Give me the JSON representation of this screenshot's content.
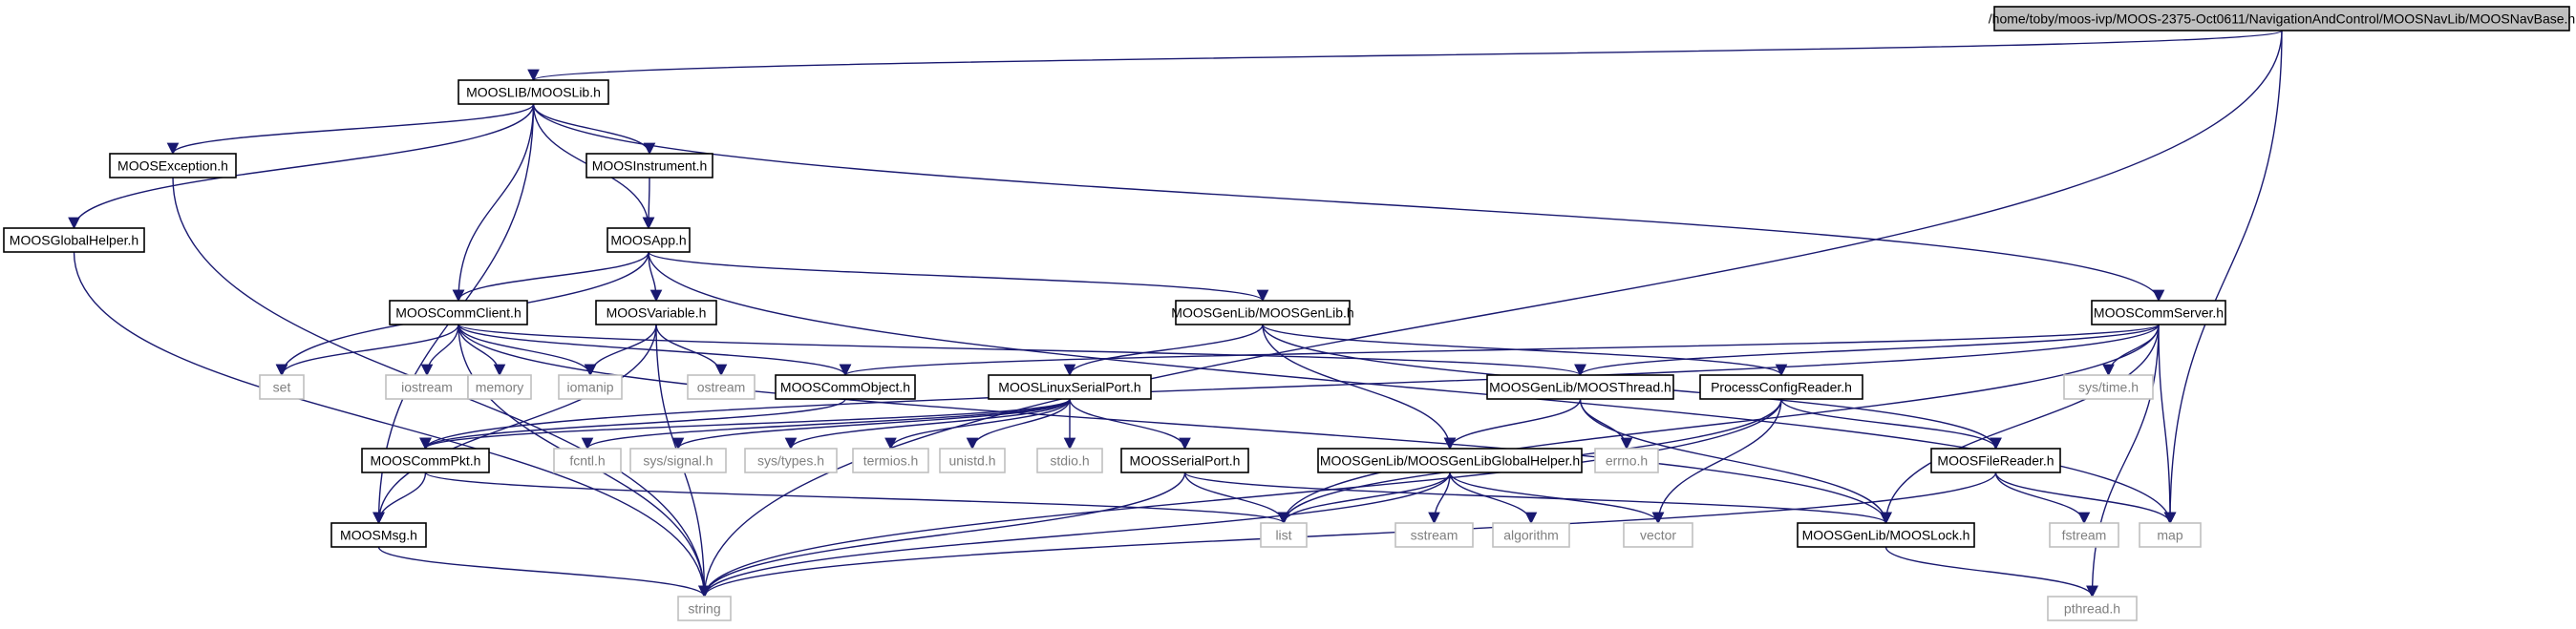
{
  "diagram": {
    "type": "include-dependency-graph",
    "colors": {
      "edge": "#191970",
      "node_border": "#000000",
      "external_border": "#bfbfbf",
      "external_text": "#7f7f7f",
      "root_fill": "#bfbfbf",
      "node_fill": "#ffffff"
    },
    "nodes": {
      "root": "/home/toby/moos-ivp/MOOS-2375-Oct0611/NavigationAndControl/MOOSNavLib/MOOSNavBase.h",
      "mooslib": "MOOSLIB/MOOSLib.h",
      "moosexception": "MOOSException.h",
      "moosinstrument": "MOOSInstrument.h",
      "moosglobalhelper": "MOOSGlobalHelper.h",
      "moosapp": "MOOSApp.h",
      "mooscommclient": "MOOSCommClient.h",
      "moosvariable": "MOOSVariable.h",
      "moosgenlib": "MOOSGenLib/MOOSGenLib.h",
      "mooscommserver": "MOOSCommServer.h",
      "set": "set",
      "iostream": "iostream",
      "memory": "memory",
      "iomanip": "iomanip",
      "ostream": "ostream",
      "mooscommobject": "MOOSCommObject.h",
      "mooslinuxserialport": "MOOSLinuxSerialPort.h",
      "moosthread": "MOOSGenLib/MOOSThread.h",
      "processconfigreader": "ProcessConfigReader.h",
      "systime": "sys/time.h",
      "mooscommpkt": "MOOSCommPkt.h",
      "fcntl": "fcntl.h",
      "syssignal": "sys/signal.h",
      "systypes": "sys/types.h",
      "termios": "termios.h",
      "unistd": "unistd.h",
      "stdio": "stdio.h",
      "moosserialport": "MOOSSerialPort.h",
      "moosgenlibglobalhelper": "MOOSGenLib/MOOSGenLibGlobalHelper.h",
      "errno": "errno.h",
      "moosfilereader": "MOOSFileReader.h",
      "moosmsg": "MOOSMsg.h",
      "list": "list",
      "sstream": "sstream",
      "algorithm": "algorithm",
      "vector": "vector",
      "mooslock": "MOOSGenLib/MOOSLock.h",
      "fstream": "fstream",
      "map": "map",
      "string": "string",
      "pthread": "pthread.h"
    }
  }
}
